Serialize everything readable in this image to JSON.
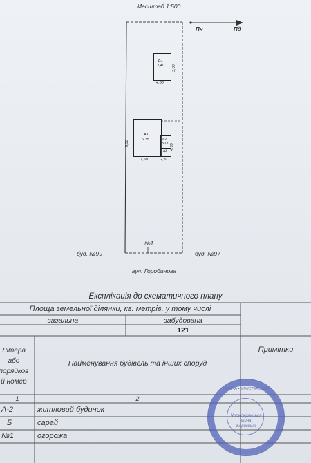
{
  "scheme": {
    "scale": "Масштаб 1:500",
    "compass": {
      "north": "Пн",
      "south": "Пд"
    },
    "building_b": {
      "label": "Б1",
      "area": "2,40",
      "width": "4,00",
      "height": "3,00"
    },
    "building_a": {
      "label": "A1",
      "area": "6,35",
      "left_dim": "9,50",
      "bottom_dim": "7,60"
    },
    "annex_a2": {
      "label": "a2",
      "area": "5,00",
      "right_dim": "4,65"
    },
    "annex_a3": {
      "label": "a3"
    },
    "annex_bottom_dim": "2,37",
    "fence": "№1",
    "neighbor_left": "буд. №99",
    "neighbor_right": "буд. №97",
    "street": "вул. Горобинова"
  },
  "explication": {
    "title": "Експлікація до схематичного плану",
    "area_header": "Площа земельної ділянки, кв. метрів, у тому числі",
    "total_label": "загальна",
    "built_label": "забудована",
    "built_value": "121",
    "col1_header": [
      "Літера",
      "або",
      "порядков",
      "й номер"
    ],
    "col2_header": "Найменування будівель та інших споруд",
    "col3_header": "Примітки",
    "col_numbers": [
      "1",
      "2"
    ],
    "rows": [
      {
        "code": "A-2",
        "name": "житловий будинок"
      },
      {
        "code": "Б",
        "name": "сарай"
      },
      {
        "code": "№1",
        "name": "огорожа"
      }
    ]
  },
  "seal": {
    "text_top": "ЄРАЇНА • МІНІСТЕРСТВО",
    "text_mid": "Чорнокульська",
    "text_mid2": "шина",
    "text_bottom": "Борисівна"
  }
}
